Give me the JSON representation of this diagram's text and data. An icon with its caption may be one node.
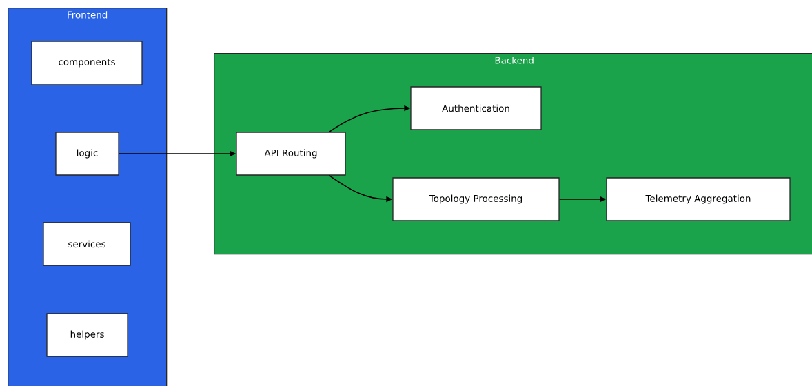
{
  "diagram": {
    "nodes": [
      {
        "text": [
          "Frontend"
        ]
      },
      {
        "text": [
          "components"
        ],
        "in": 0
      },
      {
        "text": [
          "logic"
        ],
        "in": 0
      },
      {
        "text": [
          "services"
        ],
        "in": 0
      },
      {
        "text": [
          "helpers"
        ],
        "in": 0
      },
      {
        "text": [
          "Backend"
        ]
      },
      {
        "text": [
          "API Routing"
        ],
        "in": 5
      },
      {
        "text": [
          "Authentication"
        ],
        "in": 5
      },
      {
        "text": [
          "Topology Processing"
        ],
        "in": 5
      },
      {
        "text": [
          "Telemetry Aggregation"
        ],
        "in": 5
      }
    ],
    "edges": [
      {
        "from": 2,
        "to": 6,
        "arrow": "to"
      },
      {
        "from": 6,
        "to": 7,
        "arrow": "to"
      },
      {
        "from": 6,
        "to": 8,
        "arrow": "to"
      },
      {
        "from": 8,
        "to": 9,
        "arrow": "to"
      }
    ]
  }
}
